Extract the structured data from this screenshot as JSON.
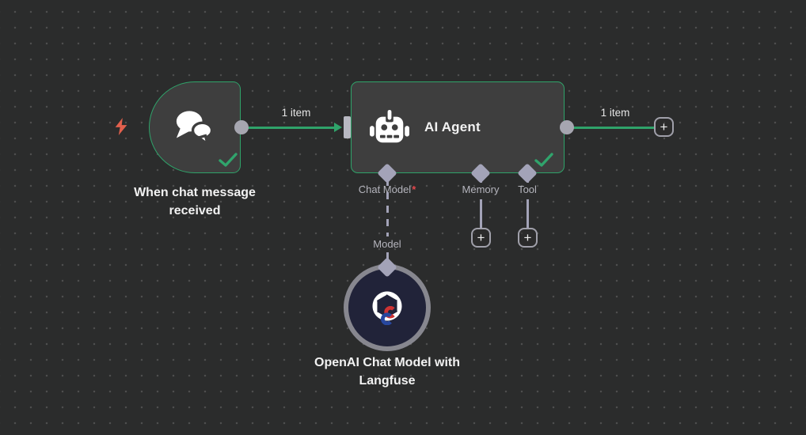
{
  "colors": {
    "canvas_bg": "#2b2c2c",
    "node_bg": "#3e3e3e",
    "success_green": "#2fa36a",
    "connector_gray": "#a6a6b0",
    "diamond_lavender": "#a3a3b8",
    "model_node_bg": "#212339",
    "required_red": "#e5484d",
    "trigger_bolt_orange": "#e2604d"
  },
  "nodes": {
    "trigger": {
      "label": "When chat message received",
      "icon": "chat-bubbles-icon",
      "status": "success"
    },
    "agent": {
      "title": "AI Agent",
      "icon": "robot-icon",
      "status": "success",
      "asterisk": "*",
      "inputs": [
        {
          "label": "Chat Model",
          "required": true
        },
        {
          "label": "Memory",
          "required": false
        },
        {
          "label": "Tool",
          "required": false
        }
      ]
    },
    "model": {
      "label": "OpenAI Chat Model with Langfuse",
      "port_label": "Model",
      "icon": "openai-logo-icon"
    }
  },
  "edges": {
    "trigger_to_agent_label": "1 item",
    "agent_output_label": "1 item"
  },
  "ui": {
    "plus": "+"
  }
}
